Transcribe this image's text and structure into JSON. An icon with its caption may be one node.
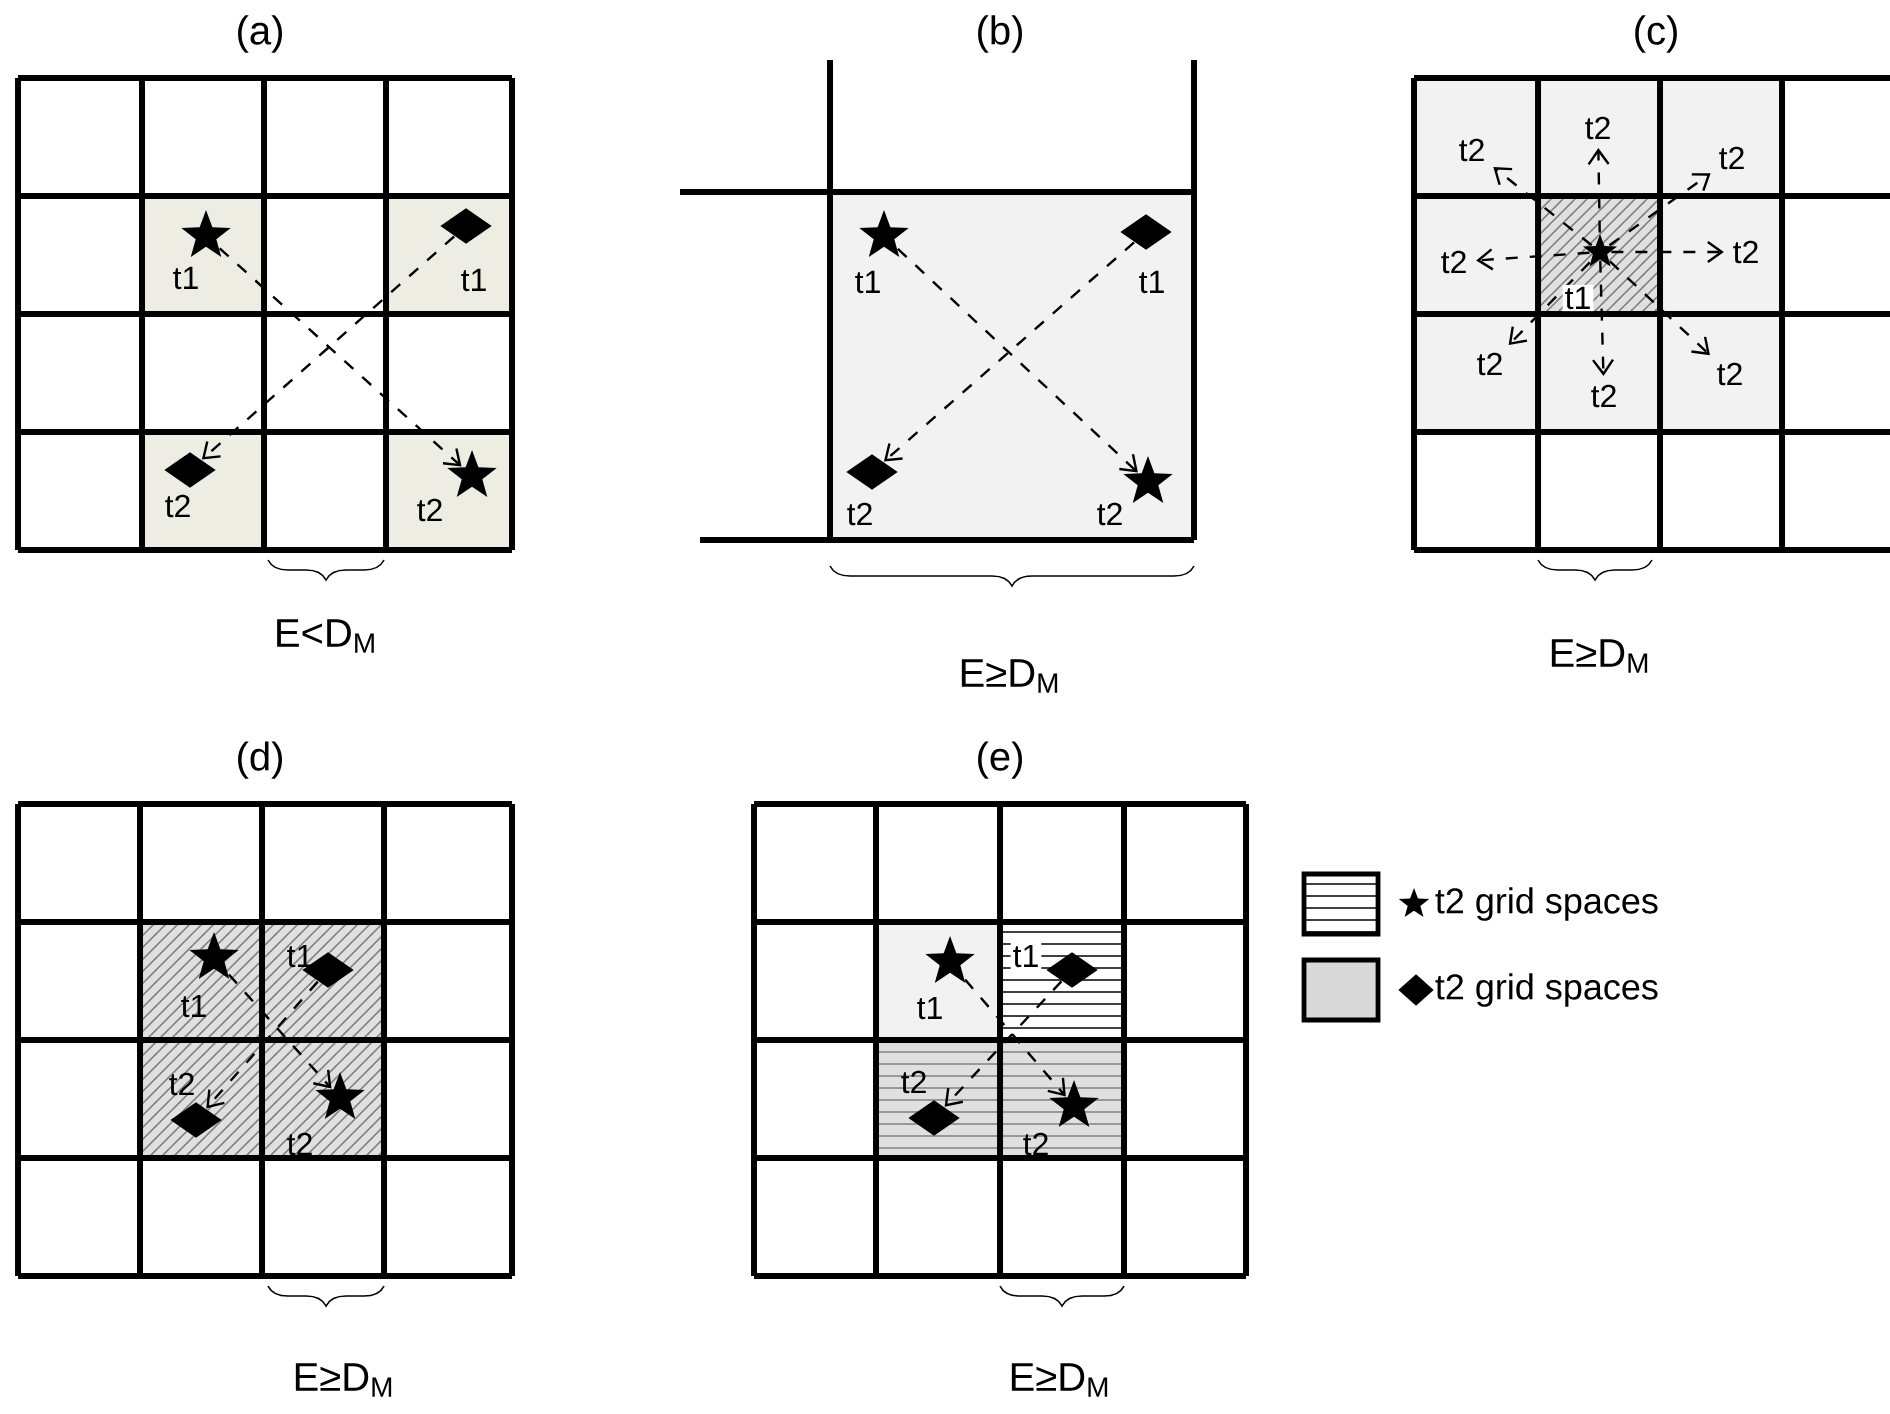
{
  "diagram": {
    "nodes": [
      {
        "text": [],
        "shape": "star",
        "beside": [
          "t1"
        ]
      },
      {
        "text": [],
        "shape": "diamond",
        "beside": [
          "t1"
        ]
      },
      {
        "text": [],
        "shape": "diamond",
        "beside": [
          "t2"
        ]
      },
      {
        "text": [],
        "shape": "star",
        "beside": [
          "t2"
        ]
      },
      {
        "text": [],
        "shape": "star",
        "beside": [
          "t1"
        ]
      },
      {
        "text": [],
        "shape": "diamond",
        "beside": [
          "t1"
        ]
      },
      {
        "text": [],
        "shape": "diamond",
        "beside": [
          "t2"
        ]
      },
      {
        "text": [],
        "shape": "star",
        "beside": [
          "t2"
        ]
      },
      {
        "text": [],
        "shape": "star",
        "beside": [
          "t1"
        ]
      },
      {
        "text": [
          "t2"
        ]
      },
      {
        "text": [
          "t2"
        ]
      },
      {
        "text": [
          "t2"
        ]
      },
      {
        "text": [
          "t2"
        ]
      },
      {
        "text": [
          "t2"
        ]
      },
      {
        "text": [
          "t2"
        ]
      },
      {
        "text": [
          "t2"
        ]
      },
      {
        "text": [
          "t2"
        ]
      },
      {
        "text": [],
        "shape": "star",
        "beside": [
          "t1"
        ]
      },
      {
        "text": [],
        "shape": "diamond",
        "beside": [
          "t1"
        ]
      },
      {
        "text": [],
        "shape": "diamond",
        "beside": [
          "t2"
        ]
      },
      {
        "text": [],
        "shape": "star",
        "beside": [
          "t2"
        ]
      },
      {
        "text": [],
        "shape": "star",
        "beside": [
          "t1"
        ]
      },
      {
        "text": [],
        "shape": "diamond",
        "beside": [
          "t1"
        ]
      },
      {
        "text": [],
        "shape": "diamond",
        "beside": [
          "t2"
        ]
      },
      {
        "text": [],
        "shape": "star",
        "beside": [
          "t2"
        ]
      }
    ],
    "edges": [
      {
        "from": 0,
        "to": 3,
        "arrow": "to"
      },
      {
        "from": 1,
        "to": 2,
        "arrow": "to"
      },
      {
        "from": 4,
        "to": 7,
        "arrow": "to"
      },
      {
        "from": 5,
        "to": 6,
        "arrow": "to"
      },
      {
        "from": 8,
        "to": 9,
        "arrow": "to"
      },
      {
        "from": 8,
        "to": 10,
        "arrow": "to"
      },
      {
        "from": 8,
        "to": 11,
        "arrow": "to"
      },
      {
        "from": 8,
        "to": 12,
        "arrow": "to"
      },
      {
        "from": 8,
        "to": 13,
        "arrow": "to"
      },
      {
        "from": 8,
        "to": 14,
        "arrow": "to"
      },
      {
        "from": 8,
        "to": 15,
        "arrow": "to"
      },
      {
        "from": 8,
        "to": 16,
        "arrow": "to"
      },
      {
        "from": 17,
        "to": 20,
        "arrow": "to"
      },
      {
        "from": 18,
        "to": 19,
        "arrow": "to"
      },
      {
        "from": 21,
        "to": 24,
        "arrow": "to"
      },
      {
        "from": 22,
        "to": 23,
        "arrow": "to"
      }
    ],
    "labels": [
      "(a)",
      "(b)",
      "(c)",
      "E<D$_{M}$",
      "E≥D$_{M}$",
      "E≥D$_{M}$",
      "(d)",
      "(e)",
      "E≥D$_{M}$",
      "E≥D$_{M}$"
    ],
    "legend": [
      {
        "text": "t2 grid spaces"
      },
      {
        "text": "t2 grid spaces",
        "color": "#d9d9d9"
      }
    ]
  }
}
